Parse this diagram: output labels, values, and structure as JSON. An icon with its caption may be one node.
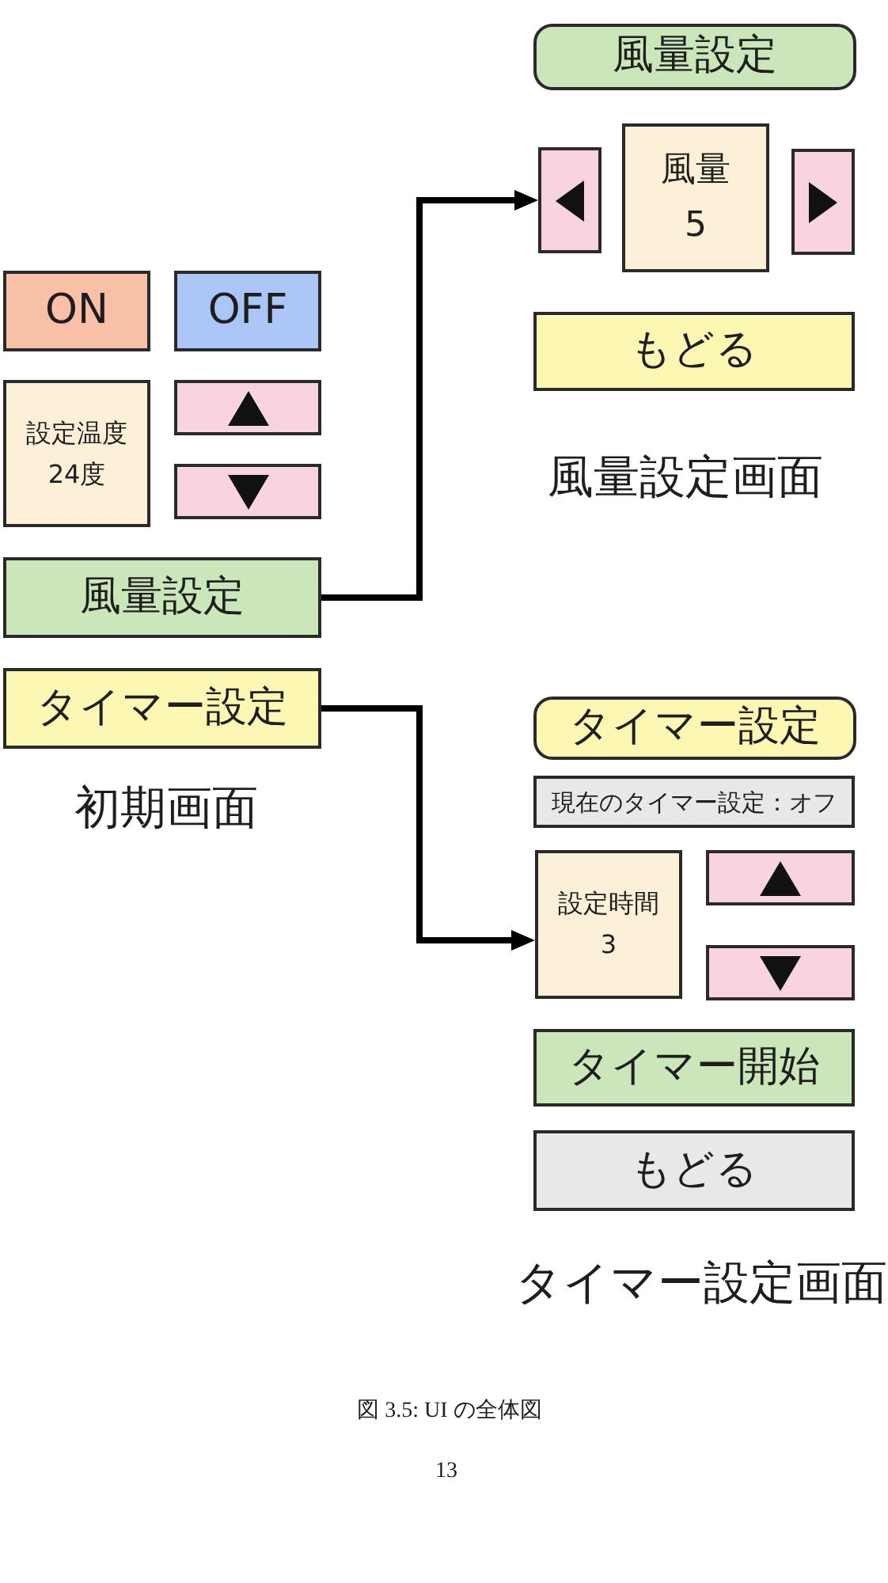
{
  "diagram": {
    "caption": "図 3.5: UI の全体図",
    "nodes": [
      {
        "text": [
          "ON"
        ]
      },
      {
        "text": [
          "OFF"
        ]
      },
      {
        "text": [
          "設定温度",
          "24度"
        ]
      },
      {
        "text": [],
        "shape": "box"
      },
      {
        "text": [],
        "shape": "box"
      },
      {
        "text": [
          "風量設定"
        ]
      },
      {
        "text": [
          "タイマー設定"
        ]
      },
      {
        "text": [
          "風量設定"
        ]
      },
      {
        "text": [],
        "shape": "box"
      },
      {
        "text": [
          "風量",
          "5"
        ]
      },
      {
        "text": [],
        "shape": "box"
      },
      {
        "text": [
          "もどる"
        ]
      },
      {
        "text": [
          "タイマー設定"
        ]
      },
      {
        "text": [
          "現在のタイマー設定：オフ"
        ]
      },
      {
        "text": [
          "設定時間",
          "3"
        ]
      },
      {
        "text": [],
        "shape": "box"
      },
      {
        "text": [],
        "shape": "box"
      },
      {
        "text": [
          "タイマー開始"
        ]
      },
      {
        "text": [
          "もどる"
        ]
      }
    ],
    "edges": [
      {
        "from": 5,
        "to": 8,
        "arrow": "to"
      },
      {
        "from": 6,
        "to": 14,
        "arrow": "to"
      }
    ],
    "labels": [
      "初期画面",
      "風量設定画面",
      "タイマー設定画面",
      "13"
    ]
  }
}
